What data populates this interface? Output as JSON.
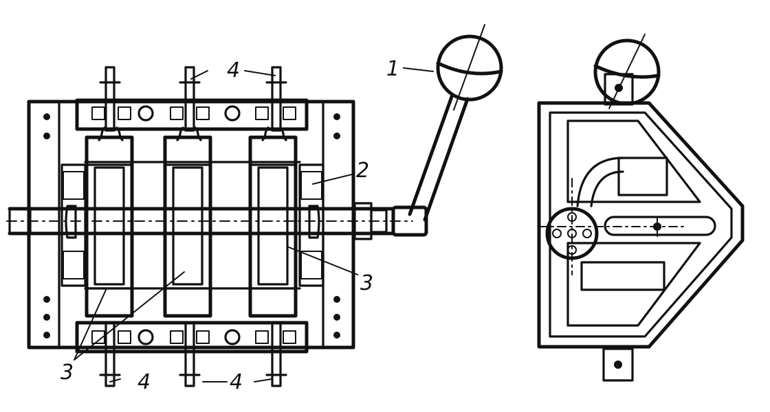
{
  "figure": {
    "views": [
      "front-view",
      "side-view"
    ],
    "ink_color": "#111111",
    "background_color": "#ffffff",
    "labels": {
      "handle": "1",
      "fixed_contact": "2",
      "blades": "3",
      "terminals": "4"
    },
    "pole_count": 3
  }
}
